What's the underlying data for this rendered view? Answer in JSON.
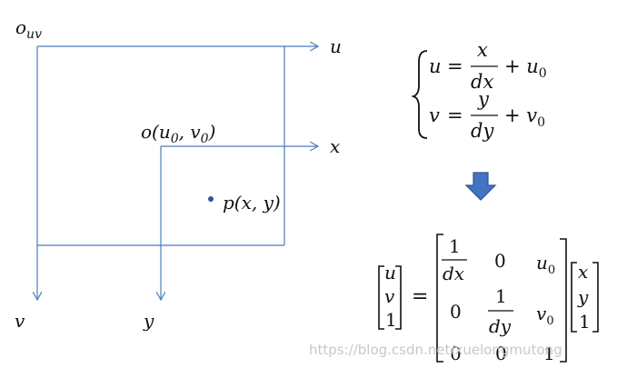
{
  "diagram": {
    "labels": {
      "origin_uv": "o",
      "origin_uv_sub": "uv",
      "axis_u": "u",
      "axis_v": "v",
      "origin_xy": "o(u",
      "origin_xy_sub0": "0",
      "origin_xy_mid": ", v",
      "origin_xy_sub1": "0",
      "origin_xy_end": ")",
      "axis_x": "x",
      "axis_y": "y",
      "point_p": "p(x, y)"
    },
    "colors": {
      "axis": "#4a7ebb",
      "point": "#2f5597",
      "arrow_fill": "#4472c4",
      "arrow_stroke": "#2f528f",
      "text": "#111111"
    }
  },
  "equations": {
    "system": {
      "u_lhs": "u",
      "eq": "=",
      "u_num": "x",
      "u_den": "dx",
      "u_plus": "+ u",
      "u_sub": "0",
      "v_lhs": "v",
      "v_num": "y",
      "v_den": "dy",
      "v_plus": "+ v",
      "v_sub": "0"
    },
    "matrix": {
      "lhs": [
        "u",
        "v",
        "1"
      ],
      "eq": "=",
      "r1": {
        "num": "1",
        "den": "dx",
        "c2": "0",
        "c3": "u",
        "c3_sub": "0"
      },
      "r2": {
        "c1": "0",
        "num": "1",
        "den": "dy",
        "c3": "v",
        "c3_sub": "0"
      },
      "r3": [
        "0",
        "0",
        "1"
      ],
      "rhs": [
        "x",
        "y",
        "1"
      ]
    }
  },
  "watermark": "https://blog.csdn.net/xuelongmutong"
}
